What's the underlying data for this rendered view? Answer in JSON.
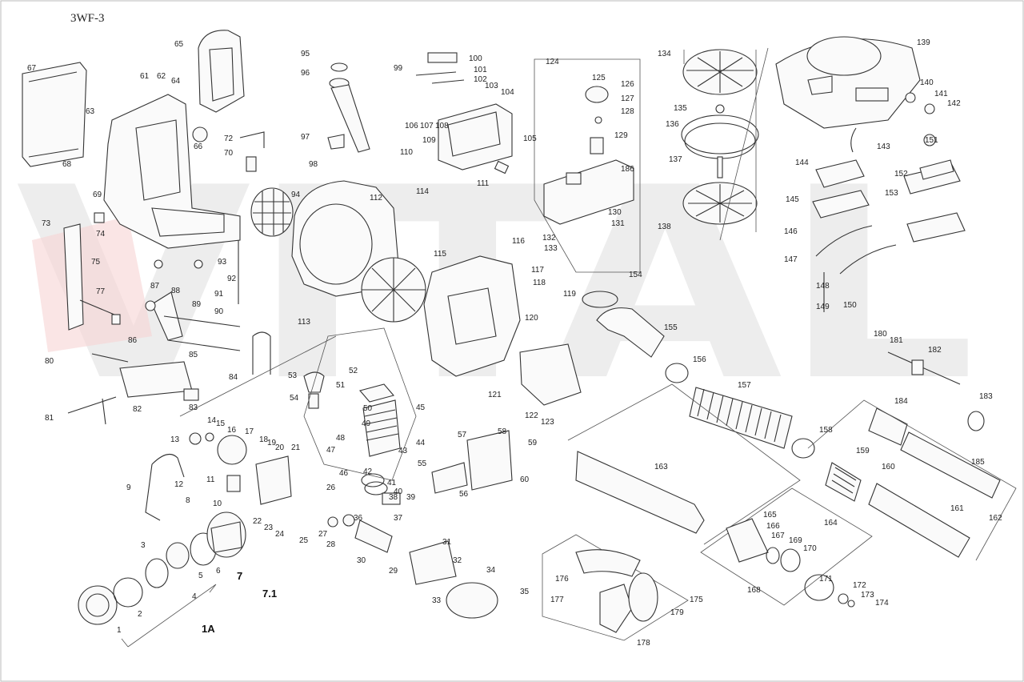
{
  "diagram": {
    "model_code": "3WF-3",
    "watermark": "VITAL",
    "assembly_labels": [
      "1A",
      "7",
      "7.1"
    ],
    "part_numbers": [
      "1",
      "2",
      "3",
      "4",
      "5",
      "6",
      "8",
      "9",
      "10",
      "11",
      "12",
      "13",
      "14",
      "15",
      "16",
      "17",
      "18",
      "19",
      "20",
      "21",
      "22",
      "23",
      "24",
      "25",
      "26",
      "27",
      "28",
      "29",
      "30",
      "31",
      "32",
      "33",
      "34",
      "35",
      "36",
      "37",
      "38",
      "39",
      "40",
      "41",
      "42",
      "43",
      "44",
      "45",
      "46",
      "47",
      "48",
      "49",
      "50",
      "51",
      "52",
      "53",
      "54",
      "55",
      "56",
      "57",
      "58",
      "59",
      "60",
      "61",
      "62",
      "63",
      "64",
      "65",
      "66",
      "67",
      "68",
      "69",
      "70",
      "72",
      "73",
      "74",
      "75",
      "77",
      "80",
      "81",
      "82",
      "83",
      "84",
      "85",
      "86",
      "87",
      "88",
      "89",
      "90",
      "91",
      "92",
      "93",
      "94",
      "95",
      "96",
      "97",
      "98",
      "99",
      "100",
      "101",
      "102",
      "103",
      "104",
      "105",
      "106",
      "107",
      "108",
      "109",
      "110",
      "111",
      "112",
      "113",
      "114",
      "115",
      "116",
      "117",
      "118",
      "119",
      "120",
      "121",
      "122",
      "123",
      "124",
      "125",
      "126",
      "127",
      "128",
      "129",
      "130",
      "131",
      "132",
      "133",
      "134",
      "135",
      "136",
      "137",
      "138",
      "139",
      "140",
      "141",
      "142",
      "143",
      "144",
      "145",
      "146",
      "147",
      "148",
      "149",
      "150",
      "151",
      "152",
      "153",
      "154",
      "155",
      "156",
      "157",
      "158",
      "159",
      "160",
      "161",
      "162",
      "163",
      "164",
      "165",
      "166",
      "167",
      "168",
      "169",
      "170",
      "171",
      "172",
      "173",
      "174",
      "175",
      "176",
      "177",
      "178",
      "179",
      "180",
      "181",
      "182",
      "183",
      "184",
      "185",
      "186"
    ]
  }
}
